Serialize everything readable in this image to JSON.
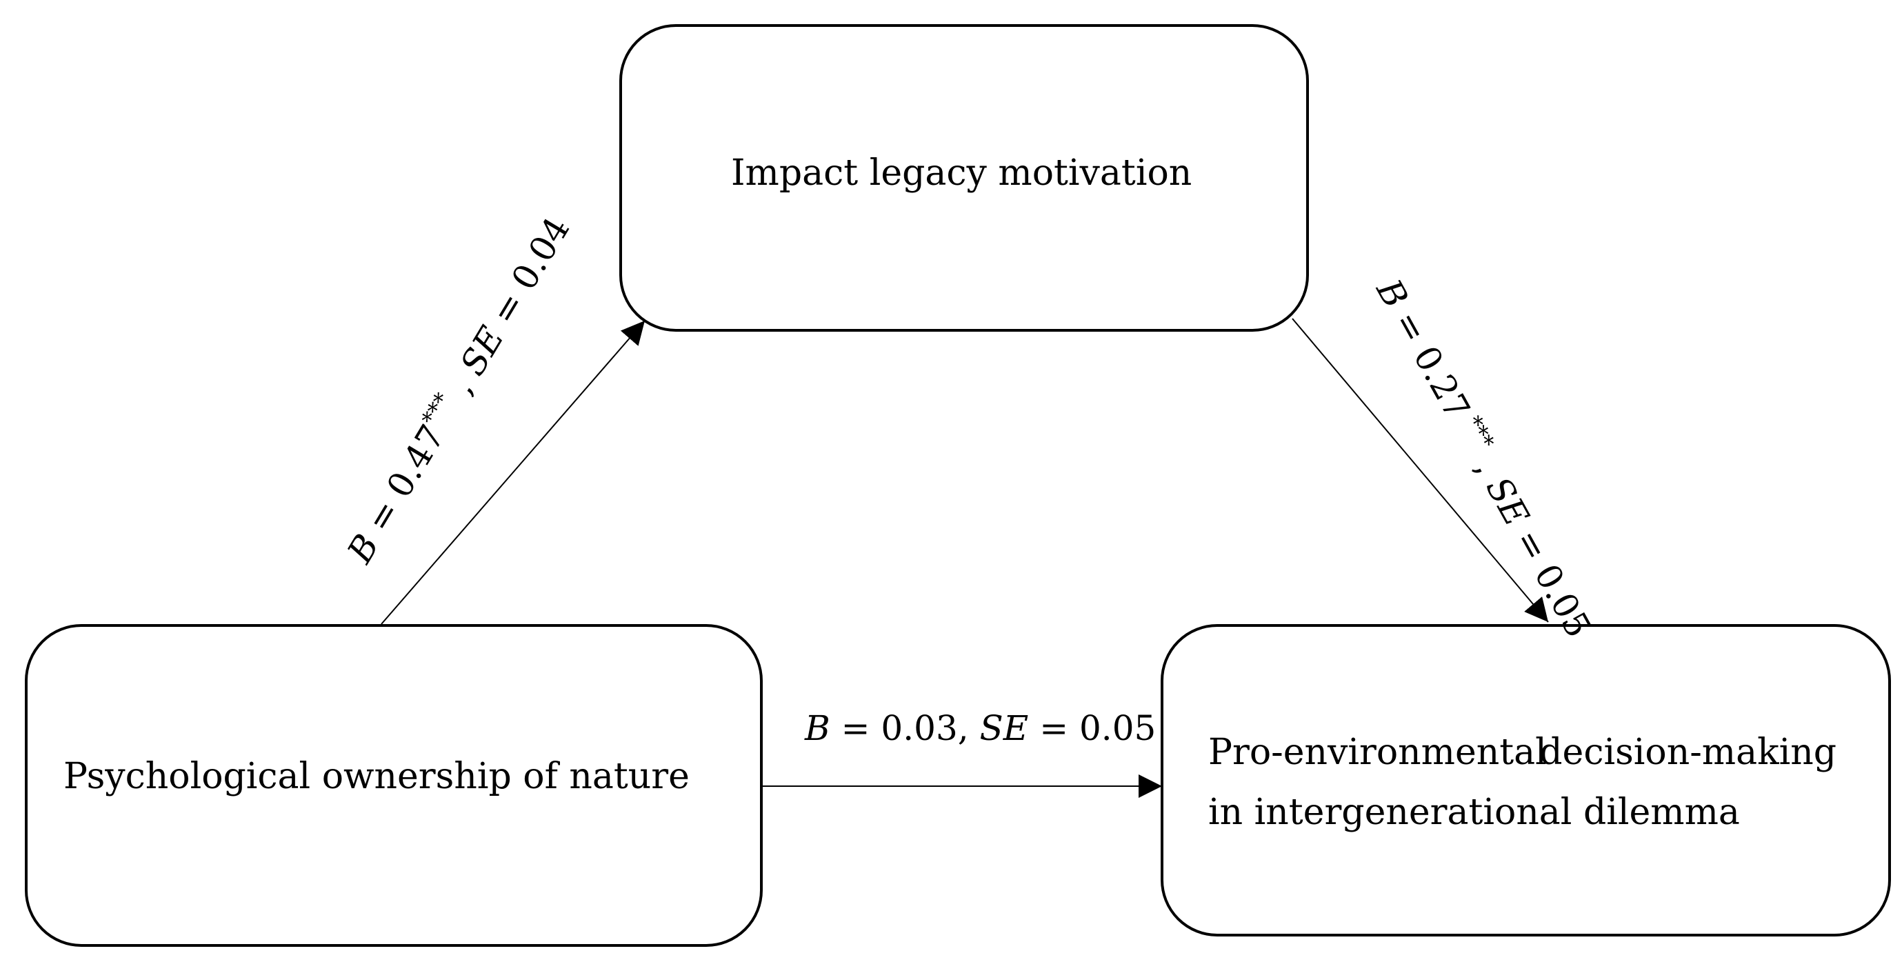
{
  "nodes": {
    "mediator": {
      "label": "Impact legacy motivation"
    },
    "predictor": {
      "label": "Psychological ownership of nature"
    },
    "outcome": {
      "line1_word1": "Pro-environmental",
      "line1_word2": "decision-making",
      "line2": "in intergenerational dilemma"
    }
  },
  "edges": {
    "a_path": {
      "b_symbol": "B",
      "b_value": " = 0.47",
      "b_sig": "***",
      "sep": " , ",
      "se_symbol": "SE",
      "se_value": " = 0.04"
    },
    "b_path": {
      "b_symbol": "B",
      "b_value": " = 0.27",
      "b_sig": " ***",
      "sep": " , ",
      "se_symbol": "SE",
      "se_value": " = 0.05"
    },
    "c_path": {
      "b_symbol": "B",
      "b_value": " = 0.03, ",
      "se_symbol": "SE",
      "se_value": " = 0.05"
    }
  },
  "colors": {
    "stroke": "#000000",
    "background": "#ffffff"
  }
}
